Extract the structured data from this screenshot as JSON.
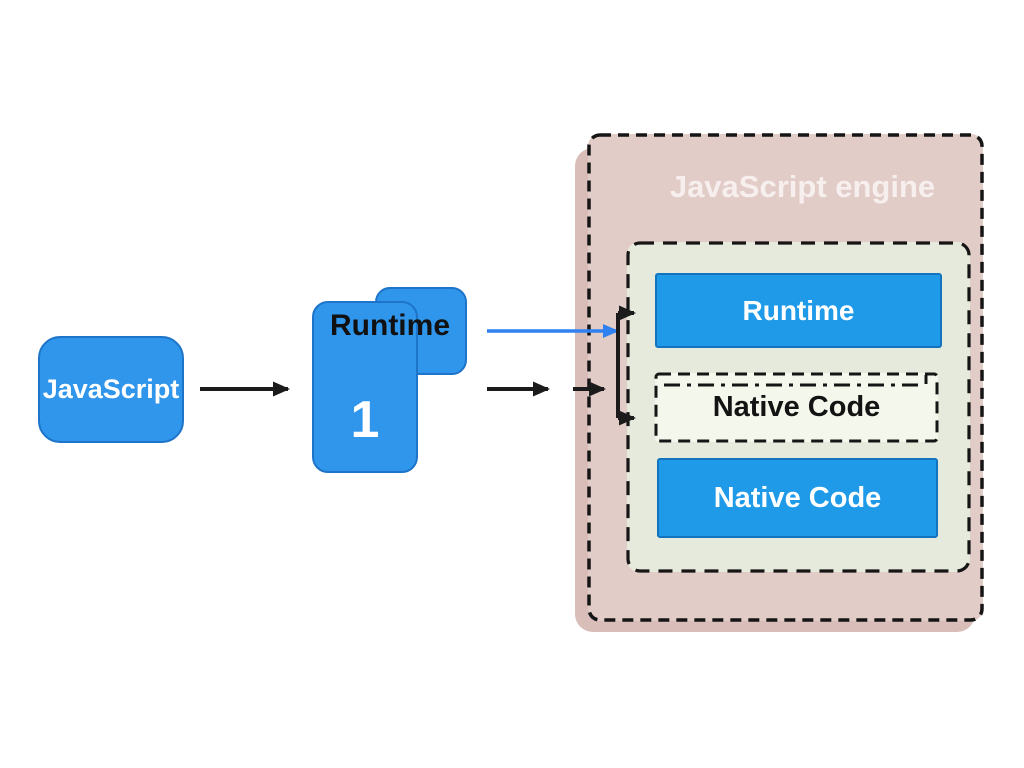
{
  "diagram": {
    "source_box": {
      "label": "JavaScript"
    },
    "runtime_stack": {
      "label": "Runtime",
      "number": "1"
    },
    "engine": {
      "title": "JavaScript engine",
      "runtime_box": {
        "label": "Runtime"
      },
      "native_code_dashed_box": {
        "label": "Native Code"
      },
      "native_code_solid_box": {
        "label": "Native Code"
      }
    },
    "colors": {
      "box_blue": "#2f96eb",
      "box_blue_border": "#1e74c9",
      "engine_blue": "#1f9ae9",
      "engine_blue_border": "#1274be",
      "engine_bg": "#e1ccc8",
      "engine_shadow": "#d8bdb9",
      "panel_green": "#e6eadd",
      "native_light": "#f4f7eb",
      "arrow_black": "#1b1b1b",
      "arrow_blue": "#2f80f0",
      "dash_border": "#151515"
    }
  }
}
